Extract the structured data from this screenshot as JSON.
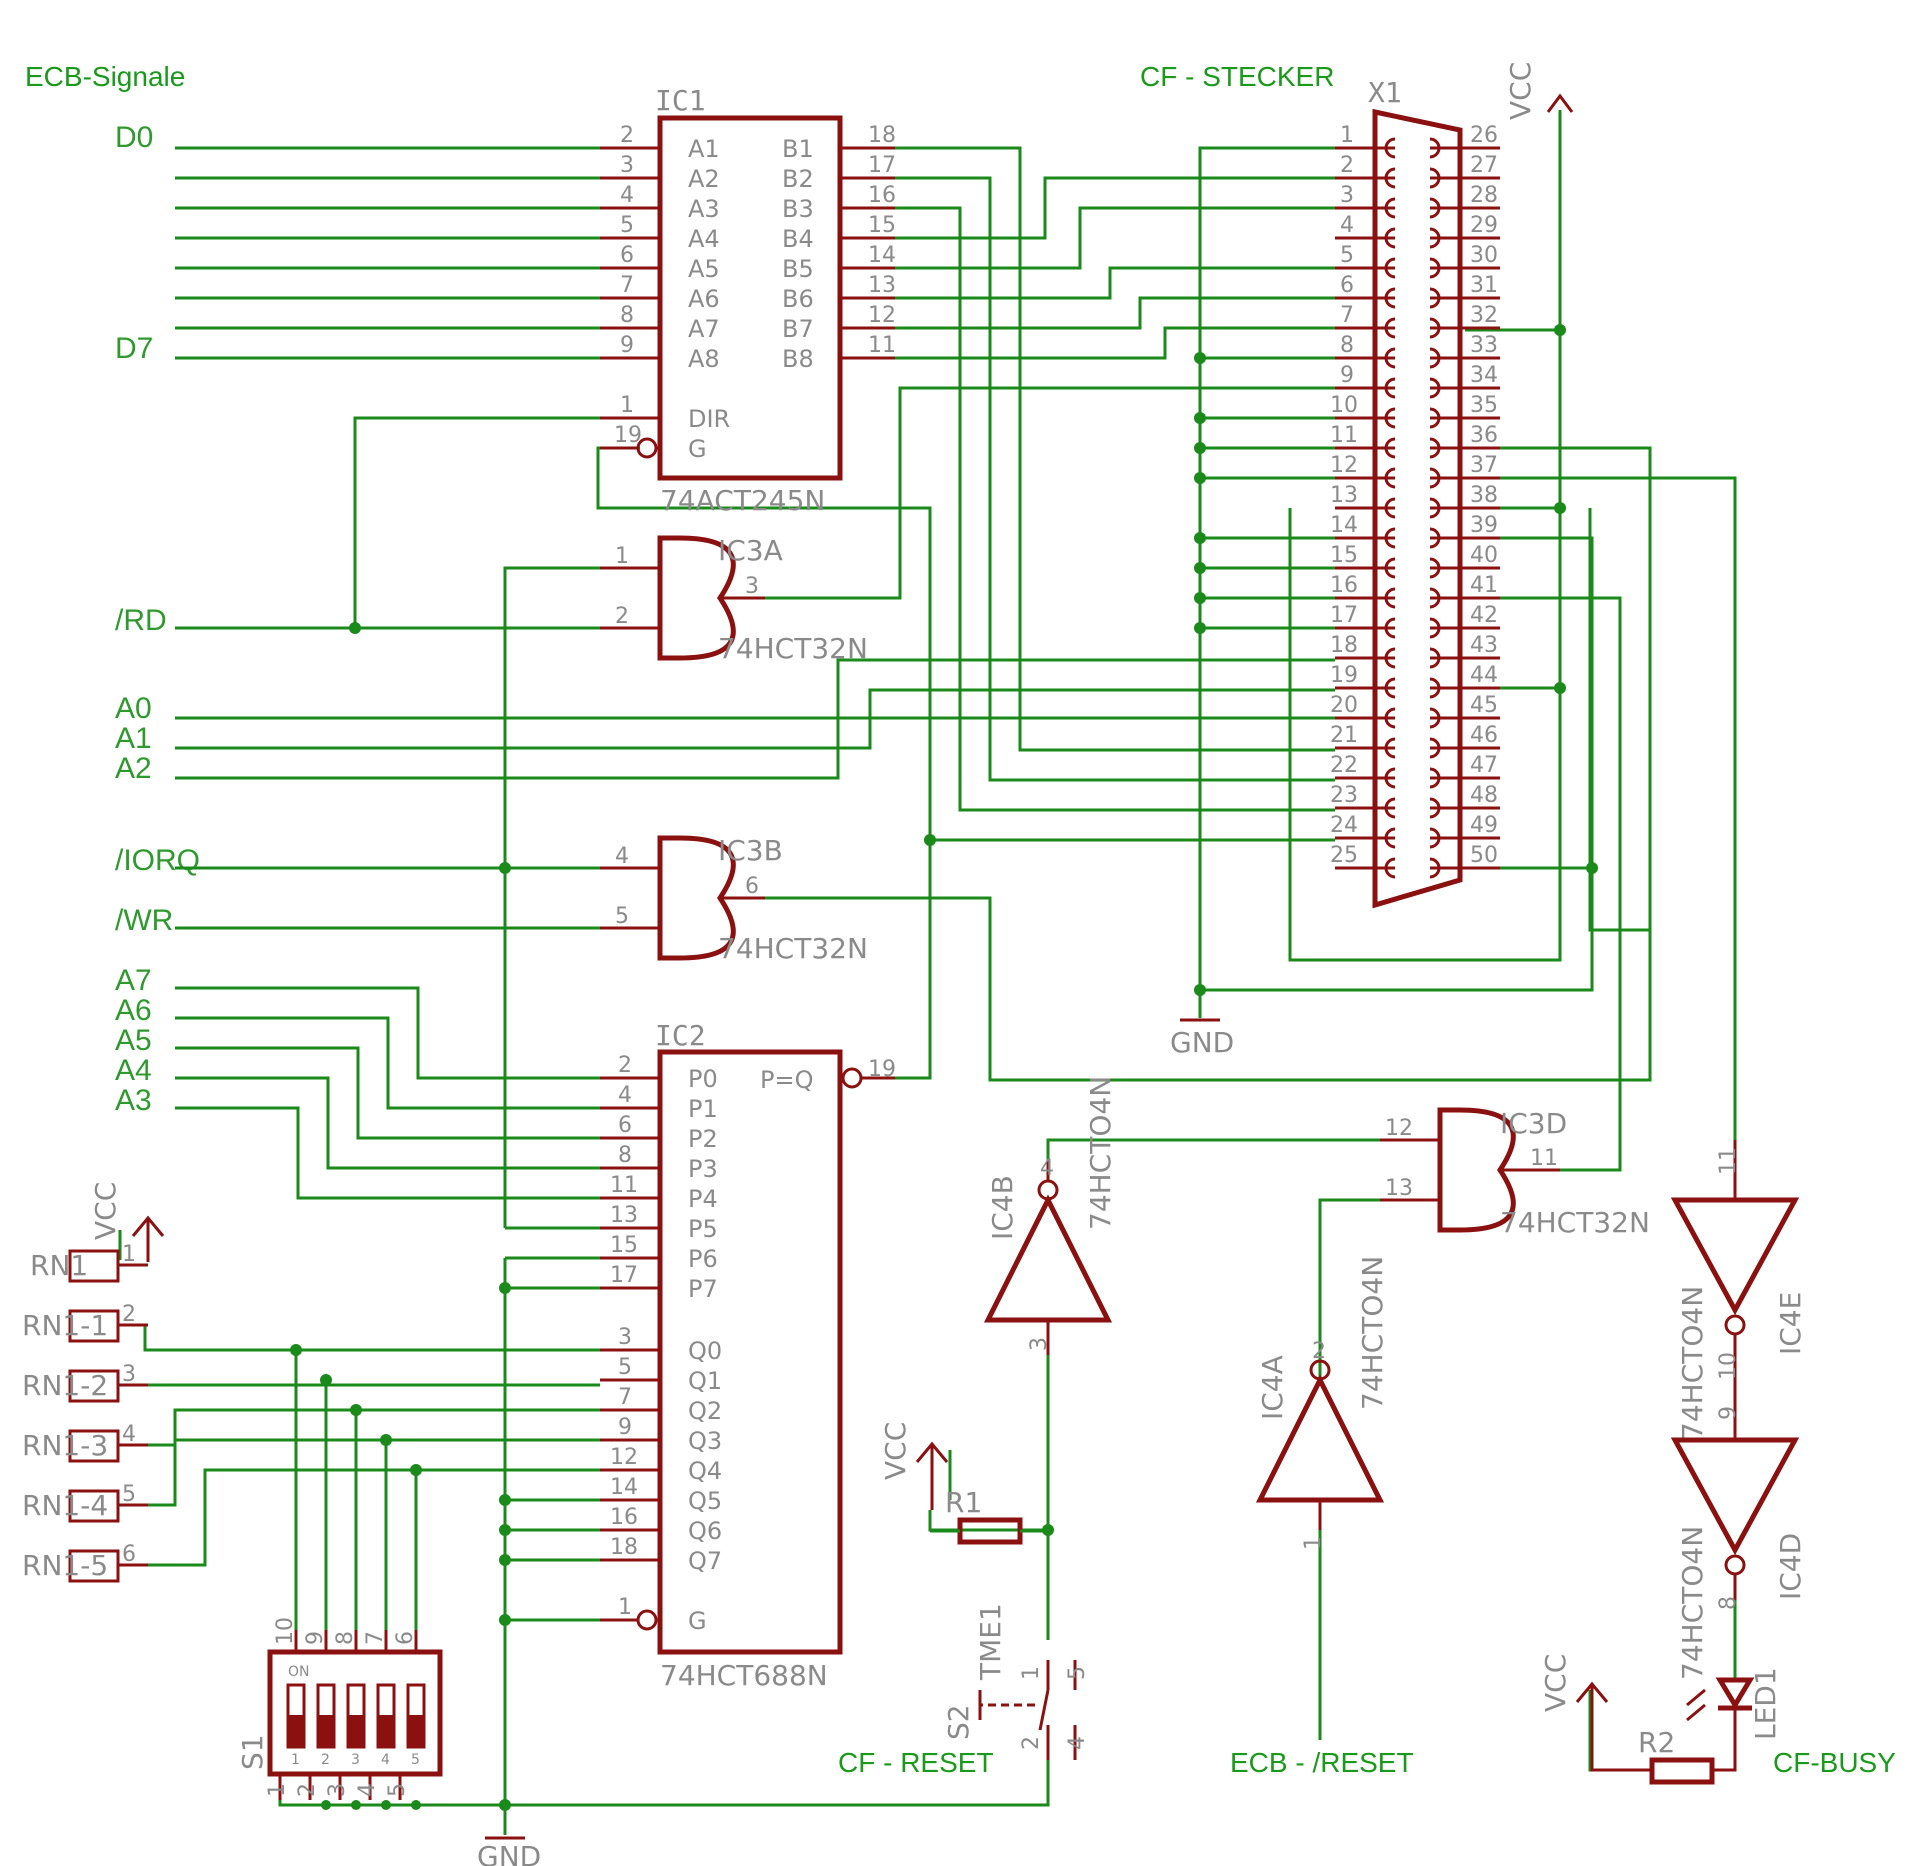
{
  "signals": {
    "header": "ECB-Signale",
    "d0": "D0",
    "d7": "D7",
    "rd": "/RD",
    "a0": "A0",
    "a1": "A1",
    "a2": "A2",
    "iorq": "/IORQ",
    "wr": "/WR",
    "a7": "A7",
    "a6": "A6",
    "a5": "A5",
    "a4": "A4",
    "a3": "A3"
  },
  "ic1": {
    "name": "IC1",
    "part": "74ACT245N",
    "left": [
      {
        "n": "2",
        "l": "A1"
      },
      {
        "n": "3",
        "l": "A2"
      },
      {
        "n": "4",
        "l": "A3"
      },
      {
        "n": "5",
        "l": "A4"
      },
      {
        "n": "6",
        "l": "A5"
      },
      {
        "n": "7",
        "l": "A6"
      },
      {
        "n": "8",
        "l": "A7"
      },
      {
        "n": "9",
        "l": "A8"
      },
      {
        "n": "1",
        "l": "DIR"
      },
      {
        "n": "19",
        "l": "G"
      }
    ],
    "right": [
      {
        "n": "18",
        "l": "B1"
      },
      {
        "n": "17",
        "l": "B2"
      },
      {
        "n": "16",
        "l": "B3"
      },
      {
        "n": "15",
        "l": "B4"
      },
      {
        "n": "14",
        "l": "B5"
      },
      {
        "n": "13",
        "l": "B6"
      },
      {
        "n": "12",
        "l": "B7"
      },
      {
        "n": "11",
        "l": "B8"
      }
    ]
  },
  "ic2": {
    "name": "IC2",
    "part": "74HCT688N",
    "out_label": "P=Q",
    "out_pin": "19",
    "left": [
      {
        "n": "2",
        "l": "P0"
      },
      {
        "n": "4",
        "l": "P1"
      },
      {
        "n": "6",
        "l": "P2"
      },
      {
        "n": "8",
        "l": "P3"
      },
      {
        "n": "11",
        "l": "P4"
      },
      {
        "n": "13",
        "l": "P5"
      },
      {
        "n": "15",
        "l": "P6"
      },
      {
        "n": "17",
        "l": "P7"
      },
      {
        "n": "3",
        "l": "Q0"
      },
      {
        "n": "5",
        "l": "Q1"
      },
      {
        "n": "7",
        "l": "Q2"
      },
      {
        "n": "9",
        "l": "Q3"
      },
      {
        "n": "12",
        "l": "Q4"
      },
      {
        "n": "14",
        "l": "Q5"
      },
      {
        "n": "16",
        "l": "Q6"
      },
      {
        "n": "18",
        "l": "Q7"
      },
      {
        "n": "1",
        "l": "G"
      }
    ]
  },
  "gates": {
    "ic3a": {
      "name": "IC3A",
      "part": "74HCT32N",
      "in1": "1",
      "in2": "2",
      "out": "3"
    },
    "ic3b": {
      "name": "IC3B",
      "part": "74HCT32N",
      "in1": "4",
      "in2": "5",
      "out": "6"
    },
    "ic3d": {
      "name": "IC3D",
      "part": "74HCT32N",
      "in1": "12",
      "in2": "13",
      "out": "11"
    },
    "ic4a": {
      "name": "IC4A",
      "part": "74HCTO4N",
      "in": "2",
      "out": "1"
    },
    "ic4b": {
      "name": "IC4B",
      "part": "74HCTO4N",
      "in": "4",
      "out": "3"
    },
    "ic4e": {
      "name": "IC4E",
      "part": "74HCTO4N",
      "in": "11",
      "out": "10"
    },
    "ic4d": {
      "name": "IC4D",
      "part": "74HCTO4N",
      "in": "9",
      "out": "8"
    }
  },
  "connector": {
    "title": "CF - STECKER",
    "name": "X1",
    "left_pins": [
      "1",
      "2",
      "3",
      "4",
      "5",
      "6",
      "7",
      "8",
      "9",
      "10",
      "11",
      "12",
      "13",
      "14",
      "15",
      "16",
      "17",
      "18",
      "19",
      "20",
      "21",
      "22",
      "23",
      "24",
      "25"
    ],
    "right_pins": [
      "26",
      "27",
      "28",
      "29",
      "30",
      "31",
      "32",
      "33",
      "34",
      "35",
      "36",
      "37",
      "38",
      "39",
      "40",
      "41",
      "42",
      "43",
      "44",
      "45",
      "46",
      "47",
      "48",
      "49",
      "50"
    ]
  },
  "power": {
    "vcc": "VCC",
    "gnd": "GND"
  },
  "rn1": {
    "items": [
      {
        "l": "RN1",
        "n": "1"
      },
      {
        "l": "RN1-1",
        "n": "2"
      },
      {
        "l": "RN1-2",
        "n": "3"
      },
      {
        "l": "RN1-3",
        "n": "4"
      },
      {
        "l": "RN1-4",
        "n": "5"
      },
      {
        "l": "RN1-5",
        "n": "6"
      }
    ]
  },
  "s1": {
    "name": "S1",
    "on": "ON",
    "top_pins": [
      "10",
      "9",
      "8",
      "7",
      "6"
    ],
    "bottom_pins": [
      "1",
      "2",
      "3",
      "4",
      "5"
    ],
    "switch_nums": [
      "1",
      "2",
      "3",
      "4",
      "5"
    ]
  },
  "s2": {
    "name": "S2",
    "part": "TME1",
    "pins": [
      "1",
      "5",
      "2",
      "4"
    ],
    "caption": "CF - RESET"
  },
  "r1": "R1",
  "r2": "R2",
  "led": "LED1",
  "labels": {
    "ecb_reset": "ECB - /RESET",
    "cf_busy": "CF-BUSY"
  }
}
